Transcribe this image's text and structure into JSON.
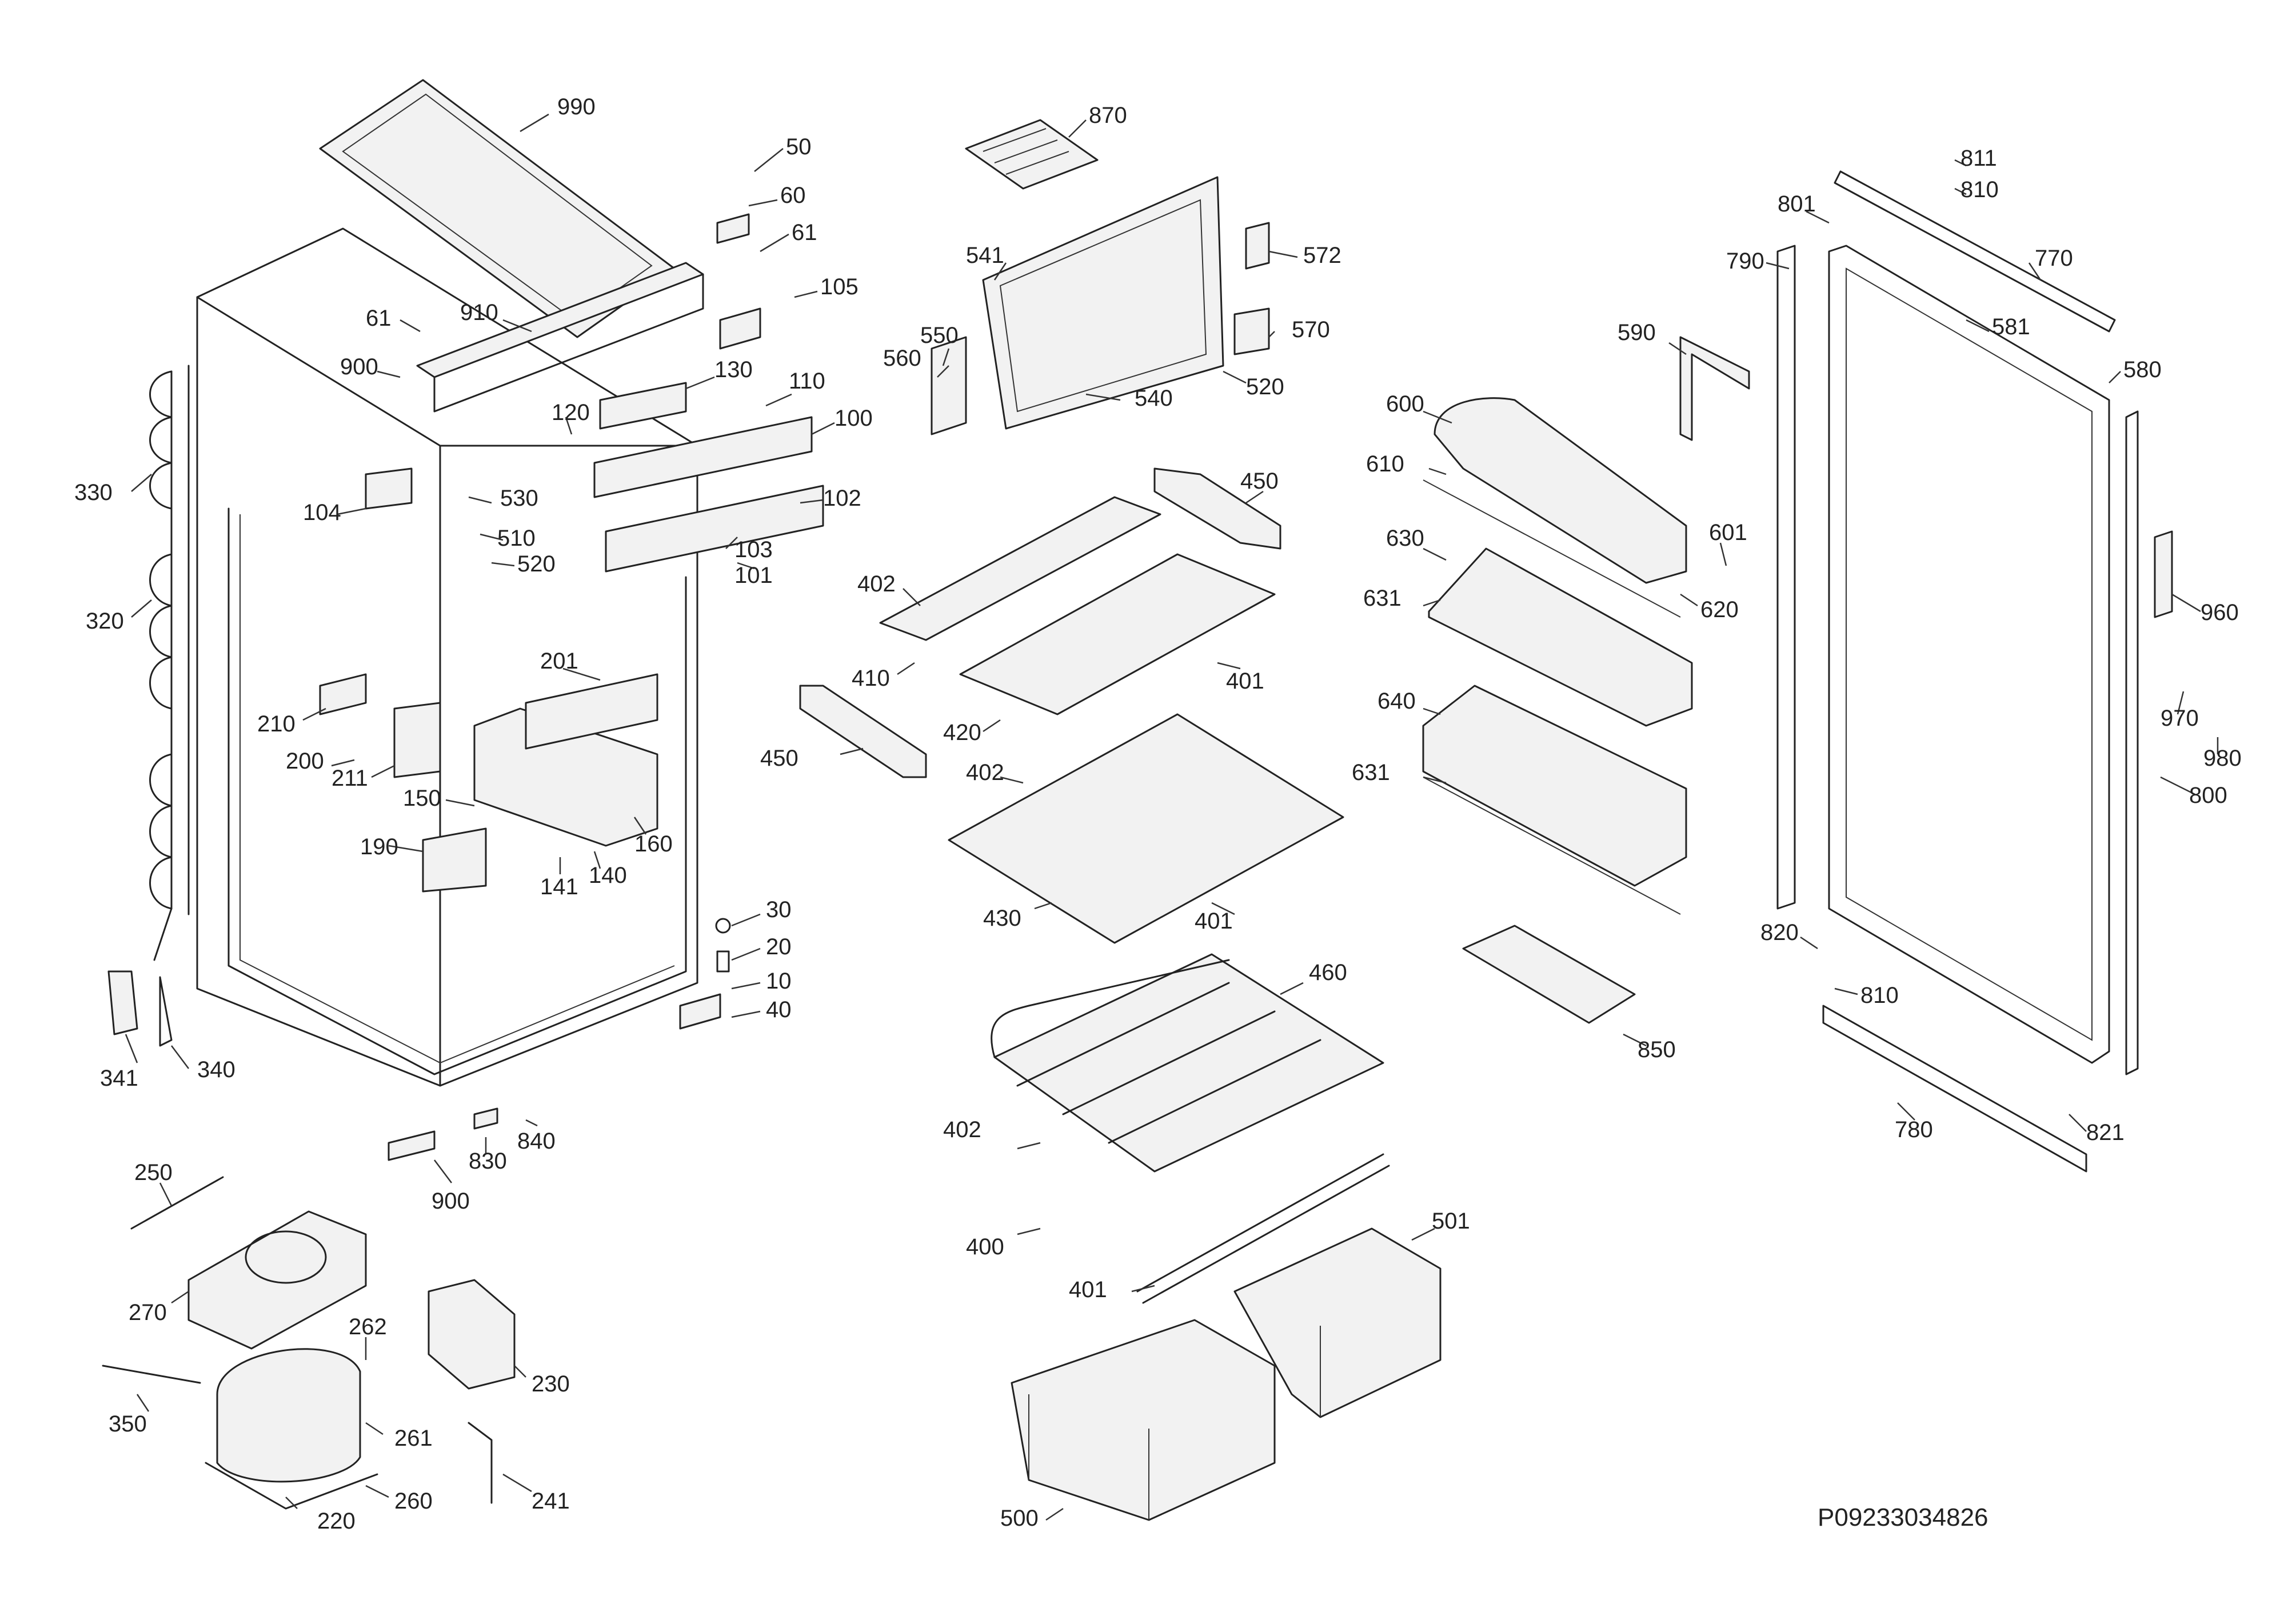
{
  "diagram_code": "P09233034826",
  "labels": [
    "990",
    "50",
    "60",
    "61",
    "105",
    "910",
    "61",
    "900",
    "130",
    "110",
    "120",
    "100",
    "104",
    "530",
    "102",
    "510",
    "103",
    "520",
    "101",
    "330",
    "320",
    "201",
    "210",
    "200",
    "211",
    "150",
    "160",
    "190",
    "141",
    "140",
    "30",
    "20",
    "10",
    "40",
    "341",
    "340",
    "830",
    "840",
    "900",
    "250",
    "270",
    "262",
    "230",
    "350",
    "261",
    "260",
    "220",
    "241",
    "870",
    "541",
    "572",
    "570",
    "520",
    "560",
    "550",
    "540",
    "450",
    "402",
    "410",
    "401",
    "420",
    "450",
    "402",
    "430",
    "401",
    "460",
    "402",
    "400",
    "401",
    "501",
    "500",
    "600",
    "610",
    "601",
    "630",
    "620",
    "631",
    "640",
    "631",
    "850",
    "590",
    "811",
    "810",
    "801",
    "770",
    "790",
    "581",
    "580",
    "960",
    "970",
    "980",
    "800",
    "820",
    "810",
    "780",
    "821"
  ]
}
